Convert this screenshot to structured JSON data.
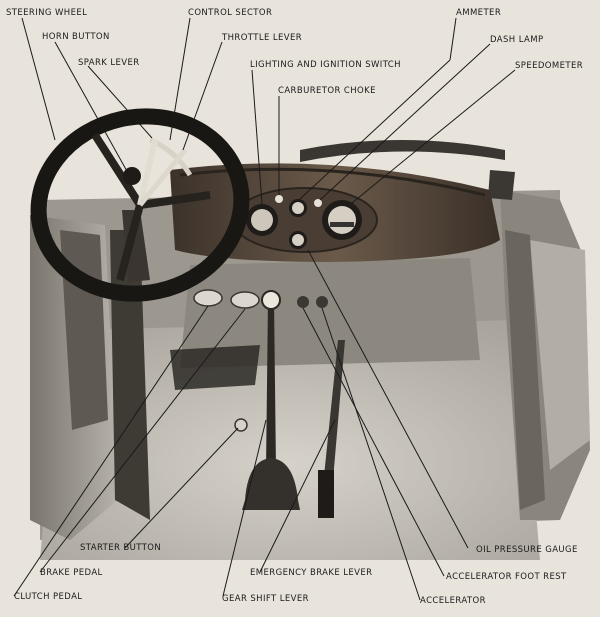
{
  "labels": {
    "steering_wheel": "STEERING WHEEL",
    "horn_button": "HORN BUTTON",
    "spark_lever": "SPARK LEVER",
    "control_sector": "CONTROL SECTOR",
    "throttle_lever": "THROTTLE LEVER",
    "lighting_ignition_switch": "LIGHTING AND IGNITION SWITCH",
    "carburetor_choke": "CARBURETOR CHOKE",
    "ammeter": "AMMETER",
    "dash_lamp": "DASH LAMP",
    "speedometer": "SPEEDOMETER",
    "starter_button": "STARTER BUTTON",
    "brake_pedal": "BRAKE PEDAL",
    "clutch_pedal": "CLUTCH PEDAL",
    "emergency_brake_lever": "EMERGENCY BRAKE LEVER",
    "gear_shift_lever": "GEAR SHIFT LEVER",
    "oil_pressure_gauge": "OIL PRESSURE GAUGE",
    "accelerator_foot_rest": "ACCELERATOR FOOT REST",
    "accelerator": "ACCELERATOR"
  },
  "colors": {
    "paper": "#e8e4dc",
    "ink": "#1a1a1a",
    "wood": "#5a4a3c",
    "dark": "#2a2622"
  }
}
